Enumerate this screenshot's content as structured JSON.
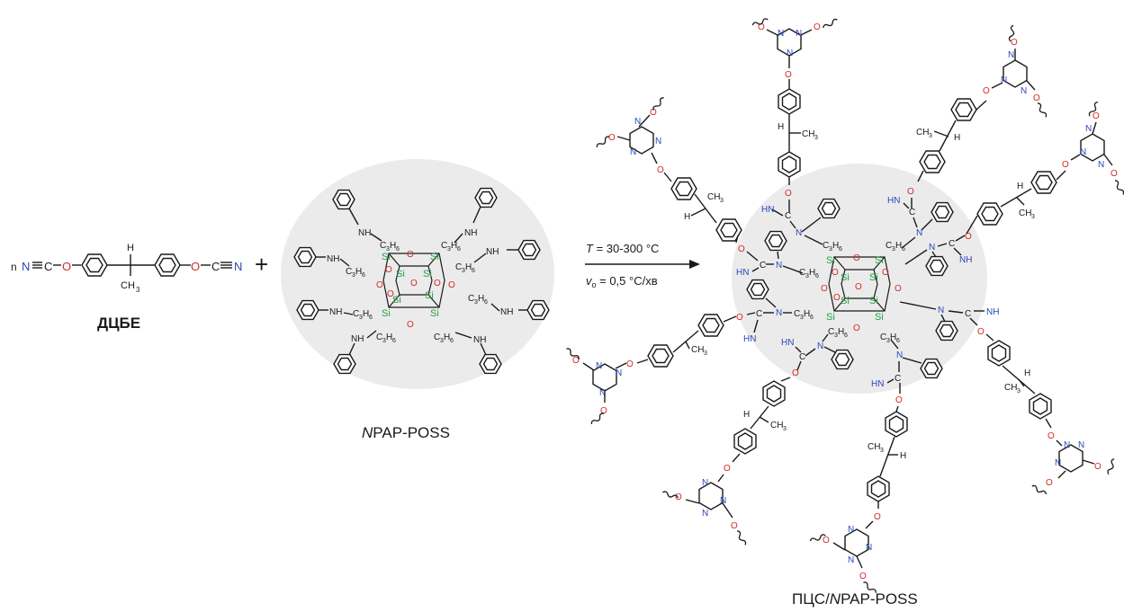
{
  "labels": {
    "monomer": "ДЦБЕ",
    "modifier_prefix": "N",
    "modifier_rest": "PAP-POSS",
    "product_prefix": "ПЦС/",
    "product_italic": "N",
    "product_rest": "PAP-POSS",
    "plus": "+"
  },
  "conditions": {
    "temp_symbol": "T",
    "temp_value": " = 30-300 °C",
    "rate_symbol": "v",
    "rate_sub": "o",
    "rate_value": " = 0,5 °C/хв"
  },
  "atoms": {
    "O": "O",
    "N": "N",
    "C": "C",
    "Si": "Si",
    "H": "H",
    "n": "n",
    "NH": "NH",
    "HN": "HN",
    "CH3": "CH",
    "three": "3",
    "C3H6_C": "C",
    "C3H6_3": "3",
    "C3H6_H": "H",
    "C3H6_6": "6"
  },
  "colors": {
    "oxygen": "#d42a2a",
    "nitrogen": "#2b46b8",
    "silicon": "#23a043",
    "bond": "#1a1a1a",
    "halo": "#ebebeb"
  }
}
